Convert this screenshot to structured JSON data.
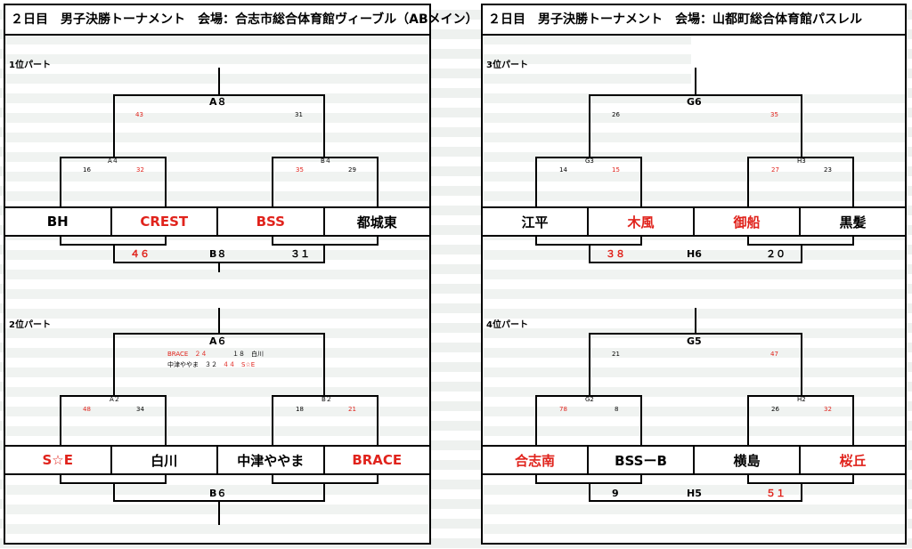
{
  "left": {
    "title": "２日目　男子決勝トーナメント　会場：合志市総合体育館ヴィーブル（ABメイン）",
    "part1": {
      "label": "1位パート",
      "top": {
        "match": "A８",
        "score_left": "43",
        "score_right": "31"
      },
      "sub_left": {
        "match": "A４",
        "score_left": "16",
        "score_right": "32"
      },
      "sub_right": {
        "match": "B４",
        "score_left": "35",
        "score_right": "29"
      },
      "teams": [
        "BH",
        "CREST",
        "BSS",
        "都城東"
      ],
      "bottom": {
        "match": "B８",
        "score_left": "４６",
        "score_right": "３１"
      }
    },
    "part2": {
      "label": "2位パート",
      "top": {
        "match": "A６",
        "notes": [
          {
            "text": "BRACE　２４",
            "red": true
          },
          {
            "text": "１８　白川",
            "red": false
          },
          {
            "text": "中津ややま　３２",
            "red": false
          },
          {
            "text": "４４　S☆E",
            "red": true
          }
        ]
      },
      "sub_left": {
        "match": "A２",
        "score_left": "48",
        "score_right": "34"
      },
      "sub_right": {
        "match": "B２",
        "score_left": "18",
        "score_right": "21"
      },
      "teams": [
        "S☆E",
        "白川",
        "中津ややま",
        "BRACE"
      ],
      "bottom": {
        "match": "B６"
      }
    }
  },
  "right": {
    "title": "２日目　男子決勝トーナメント　会場：山都町総合体育館パスレル",
    "part1": {
      "label": "3位パート",
      "top": {
        "match": "G6",
        "score_left": "26",
        "score_right": "35"
      },
      "sub_left": {
        "match": "G3",
        "score_left": "14",
        "score_right": "15"
      },
      "sub_right": {
        "match": "H3",
        "score_left": "27",
        "score_right": "23"
      },
      "teams": [
        "江平",
        "木風",
        "御船",
        "黒髪"
      ],
      "bottom": {
        "match": "H6",
        "score_left": "３８",
        "score_right": "２０"
      }
    },
    "part2": {
      "label": "4位パート",
      "top": {
        "match": "G5",
        "score_left": "21",
        "score_right": "47"
      },
      "sub_left": {
        "match": "G2",
        "score_left": "78",
        "score_right": "8"
      },
      "sub_right": {
        "match": "H2",
        "score_left": "26",
        "score_right": "32"
      },
      "teams": [
        "合志南",
        "BSSーB",
        "横島",
        "桜丘"
      ],
      "bottom": {
        "match": "H5",
        "score_left": "9",
        "score_right": "５１"
      }
    }
  },
  "colors": {
    "winner": "#e0231c",
    "line": "#000000"
  }
}
